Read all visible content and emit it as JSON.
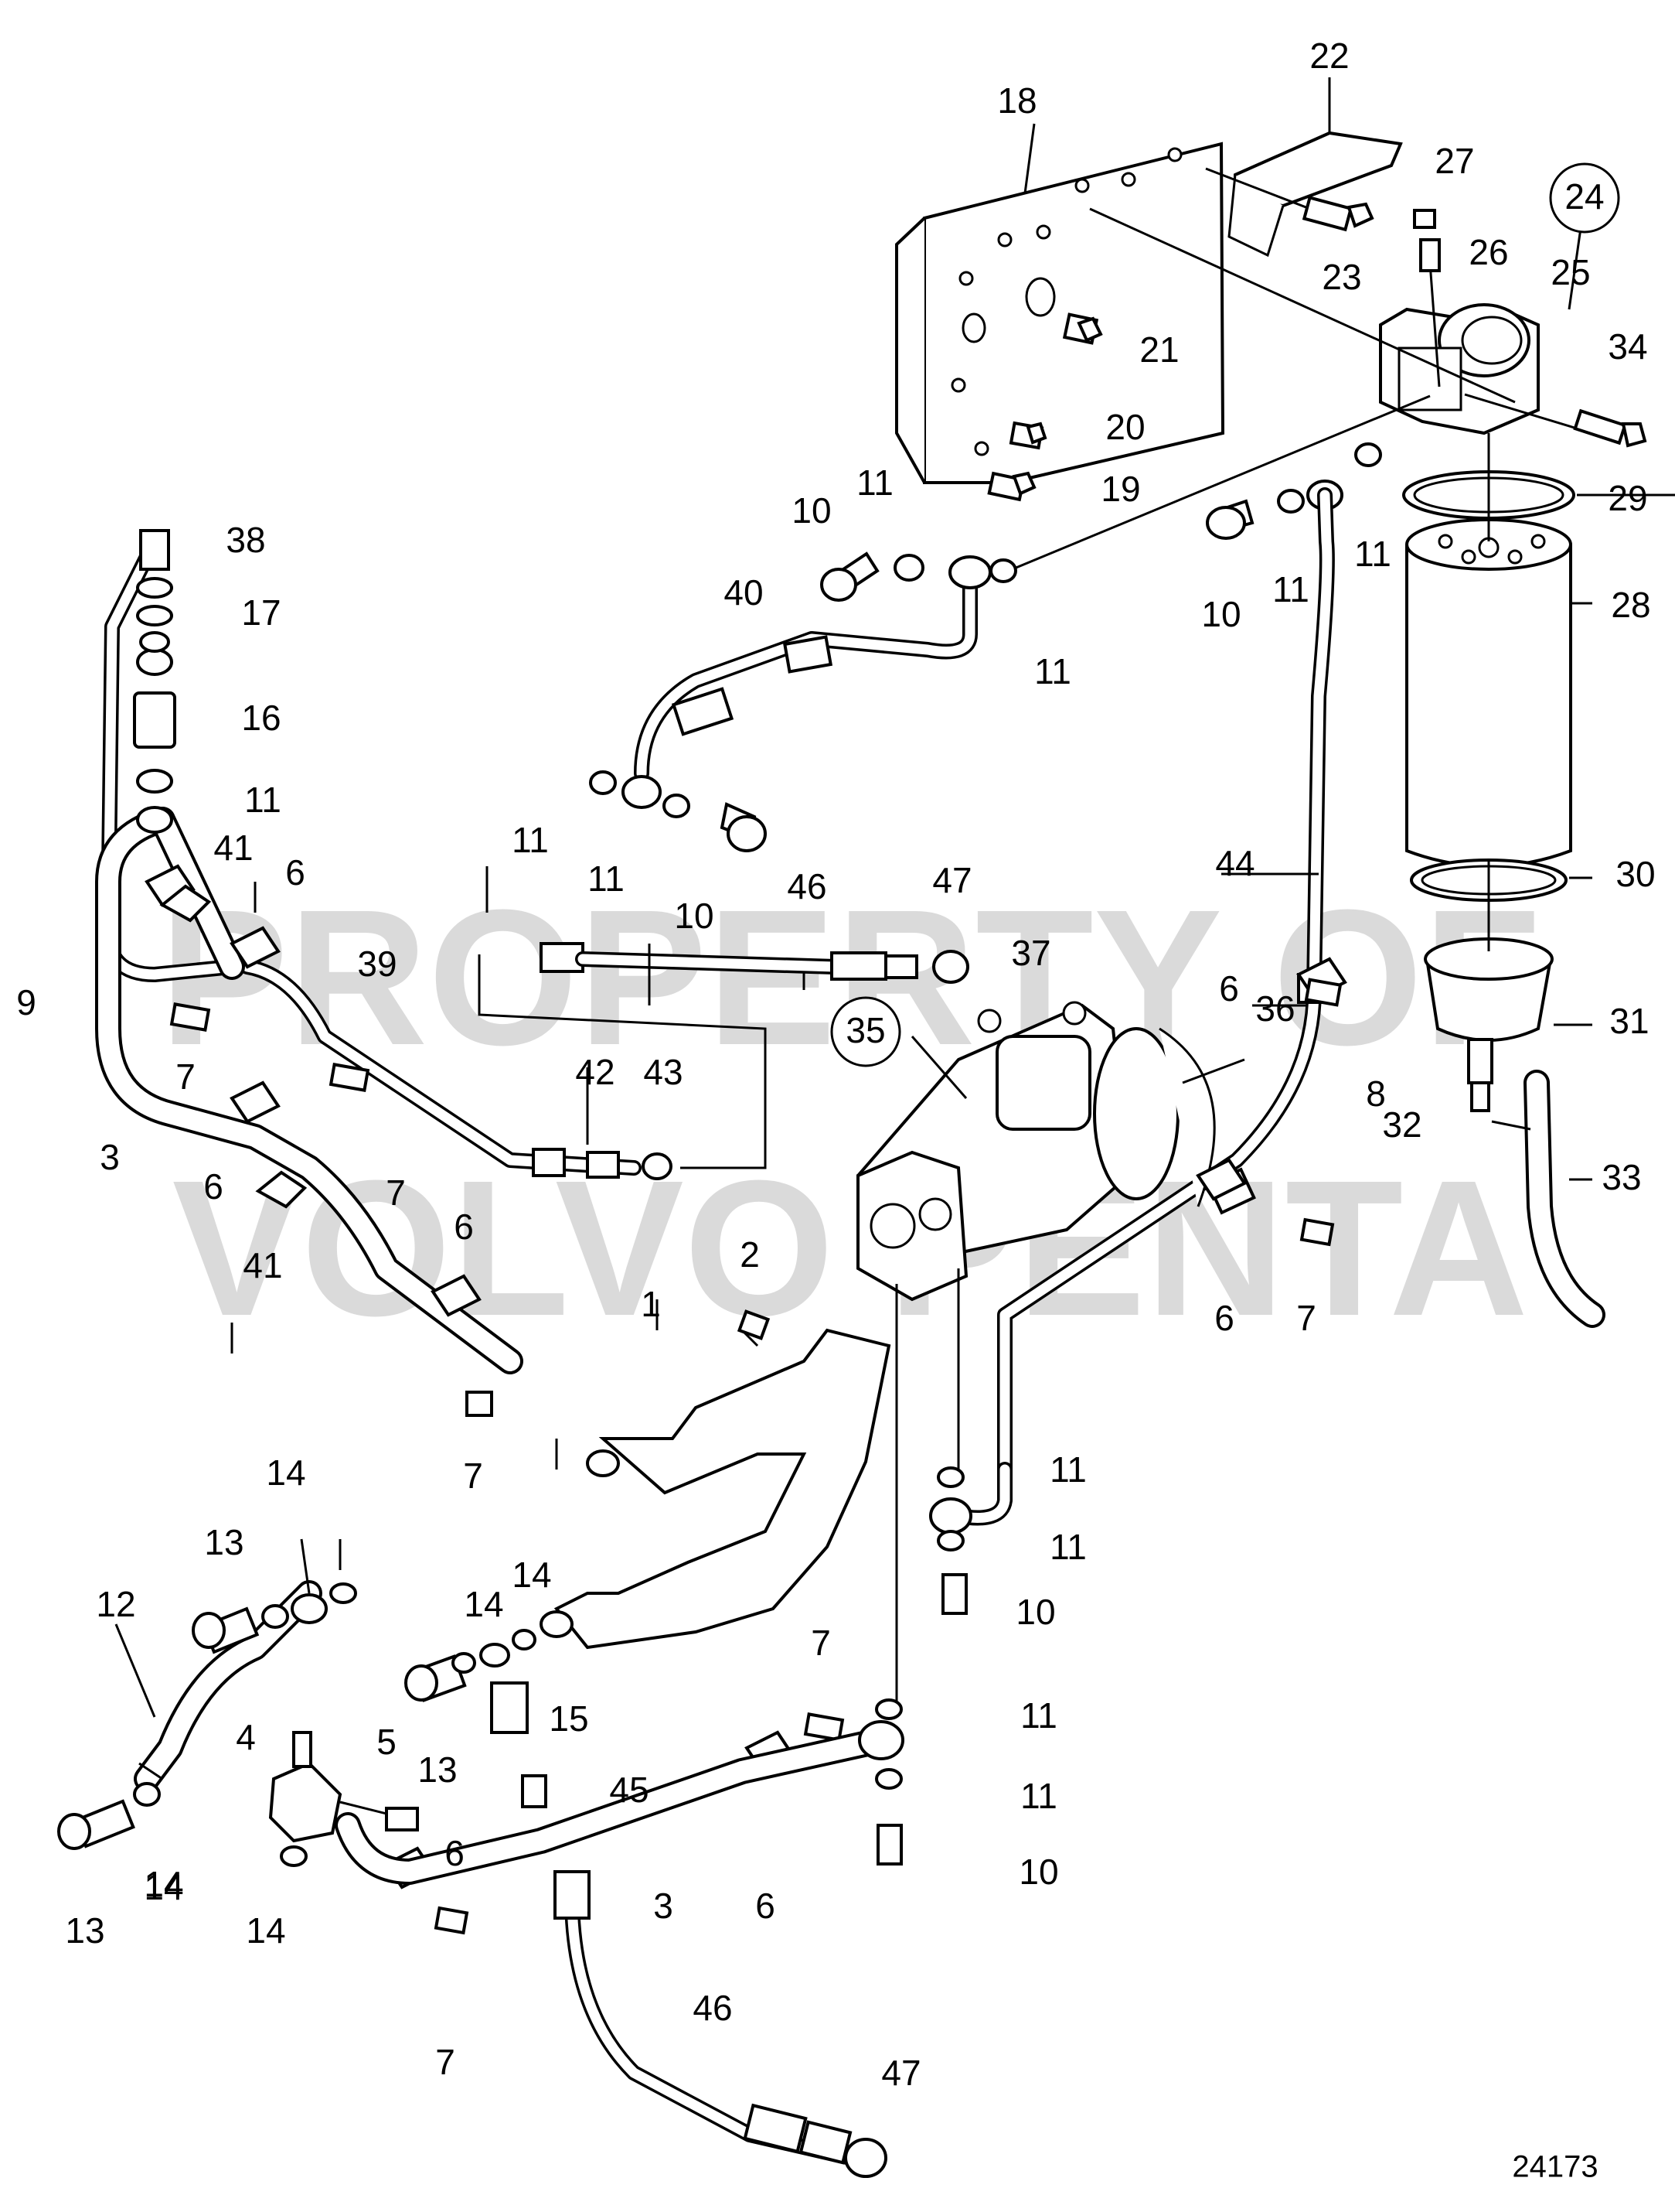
{
  "watermark": {
    "line1": "PROPERTY OF",
    "line2": "VOLVO PENTA"
  },
  "drawing_number": "24173",
  "callouts": [
    {
      "id": "c22",
      "text": "22"
    },
    {
      "id": "c18",
      "text": "18"
    },
    {
      "id": "c27",
      "text": "27"
    },
    {
      "id": "c24",
      "text": "24",
      "circled": true
    },
    {
      "id": "c26",
      "text": "26"
    },
    {
      "id": "c23",
      "text": "23"
    },
    {
      "id": "c25",
      "text": "25"
    },
    {
      "id": "c21",
      "text": "21"
    },
    {
      "id": "c34",
      "text": "34"
    },
    {
      "id": "c20",
      "text": "20"
    },
    {
      "id": "c19",
      "text": "19"
    },
    {
      "id": "c29",
      "text": "29"
    },
    {
      "id": "c38",
      "text": "38"
    },
    {
      "id": "c10a",
      "text": "10"
    },
    {
      "id": "c11a",
      "text": "11"
    },
    {
      "id": "c10b",
      "text": "10"
    },
    {
      "id": "c11b",
      "text": "11"
    },
    {
      "id": "c11c",
      "text": "11"
    },
    {
      "id": "c28",
      "text": "28"
    },
    {
      "id": "c17",
      "text": "17"
    },
    {
      "id": "c40",
      "text": "40"
    },
    {
      "id": "c11d",
      "text": "11"
    },
    {
      "id": "c16",
      "text": "16"
    },
    {
      "id": "c11e",
      "text": "11"
    },
    {
      "id": "c11f",
      "text": "11"
    },
    {
      "id": "c41a",
      "text": "41"
    },
    {
      "id": "c11g",
      "text": "11"
    },
    {
      "id": "c10c",
      "text": "10"
    },
    {
      "id": "c46a",
      "text": "46"
    },
    {
      "id": "c47a",
      "text": "47"
    },
    {
      "id": "c44",
      "text": "44"
    },
    {
      "id": "c30",
      "text": "30"
    },
    {
      "id": "c6a",
      "text": "6"
    },
    {
      "id": "c39",
      "text": "39"
    },
    {
      "id": "c37",
      "text": "37"
    },
    {
      "id": "c9",
      "text": "9"
    },
    {
      "id": "c6b",
      "text": "6"
    },
    {
      "id": "c35",
      "text": "35",
      "circled": true
    },
    {
      "id": "c36",
      "text": "36"
    },
    {
      "id": "c31",
      "text": "31"
    },
    {
      "id": "c7a",
      "text": "7"
    },
    {
      "id": "c42",
      "text": "42"
    },
    {
      "id": "c43",
      "text": "43"
    },
    {
      "id": "c8",
      "text": "8"
    },
    {
      "id": "c32",
      "text": "32"
    },
    {
      "id": "c3a",
      "text": "3"
    },
    {
      "id": "c6c",
      "text": "6"
    },
    {
      "id": "c7b",
      "text": "7"
    },
    {
      "id": "c33",
      "text": "33"
    },
    {
      "id": "c6d",
      "text": "6"
    },
    {
      "id": "c41b",
      "text": "41"
    },
    {
      "id": "c2",
      "text": "2"
    },
    {
      "id": "c6e",
      "text": "6"
    },
    {
      "id": "c7c",
      "text": "7"
    },
    {
      "id": "c1",
      "text": "1"
    },
    {
      "id": "c7d",
      "text": "7"
    },
    {
      "id": "c11h",
      "text": "11"
    },
    {
      "id": "c14a",
      "text": "14"
    },
    {
      "id": "c11i",
      "text": "11"
    },
    {
      "id": "c13a",
      "text": "13"
    },
    {
      "id": "c10d",
      "text": "10"
    },
    {
      "id": "c12",
      "text": "12"
    },
    {
      "id": "c14b",
      "text": "14"
    },
    {
      "id": "c14c",
      "text": "14"
    },
    {
      "id": "c7e",
      "text": "7"
    },
    {
      "id": "c15",
      "text": "15"
    },
    {
      "id": "c11j",
      "text": "11"
    },
    {
      "id": "c4",
      "text": "4"
    },
    {
      "id": "c5",
      "text": "5"
    },
    {
      "id": "c13b",
      "text": "13"
    },
    {
      "id": "c45",
      "text": "45"
    },
    {
      "id": "c11k",
      "text": "11"
    },
    {
      "id": "c14d",
      "text": "14"
    },
    {
      "id": "c6f",
      "text": "6"
    },
    {
      "id": "c3b",
      "text": "3"
    },
    {
      "id": "c6g",
      "text": "6"
    },
    {
      "id": "c10e",
      "text": "10"
    },
    {
      "id": "c13c",
      "text": "13"
    },
    {
      "id": "c14e",
      "text": "14"
    },
    {
      "id": "c14f",
      "text": "14"
    },
    {
      "id": "c7f",
      "text": "7"
    },
    {
      "id": "c46b",
      "text": "46"
    },
    {
      "id": "c47b",
      "text": "47"
    }
  ]
}
